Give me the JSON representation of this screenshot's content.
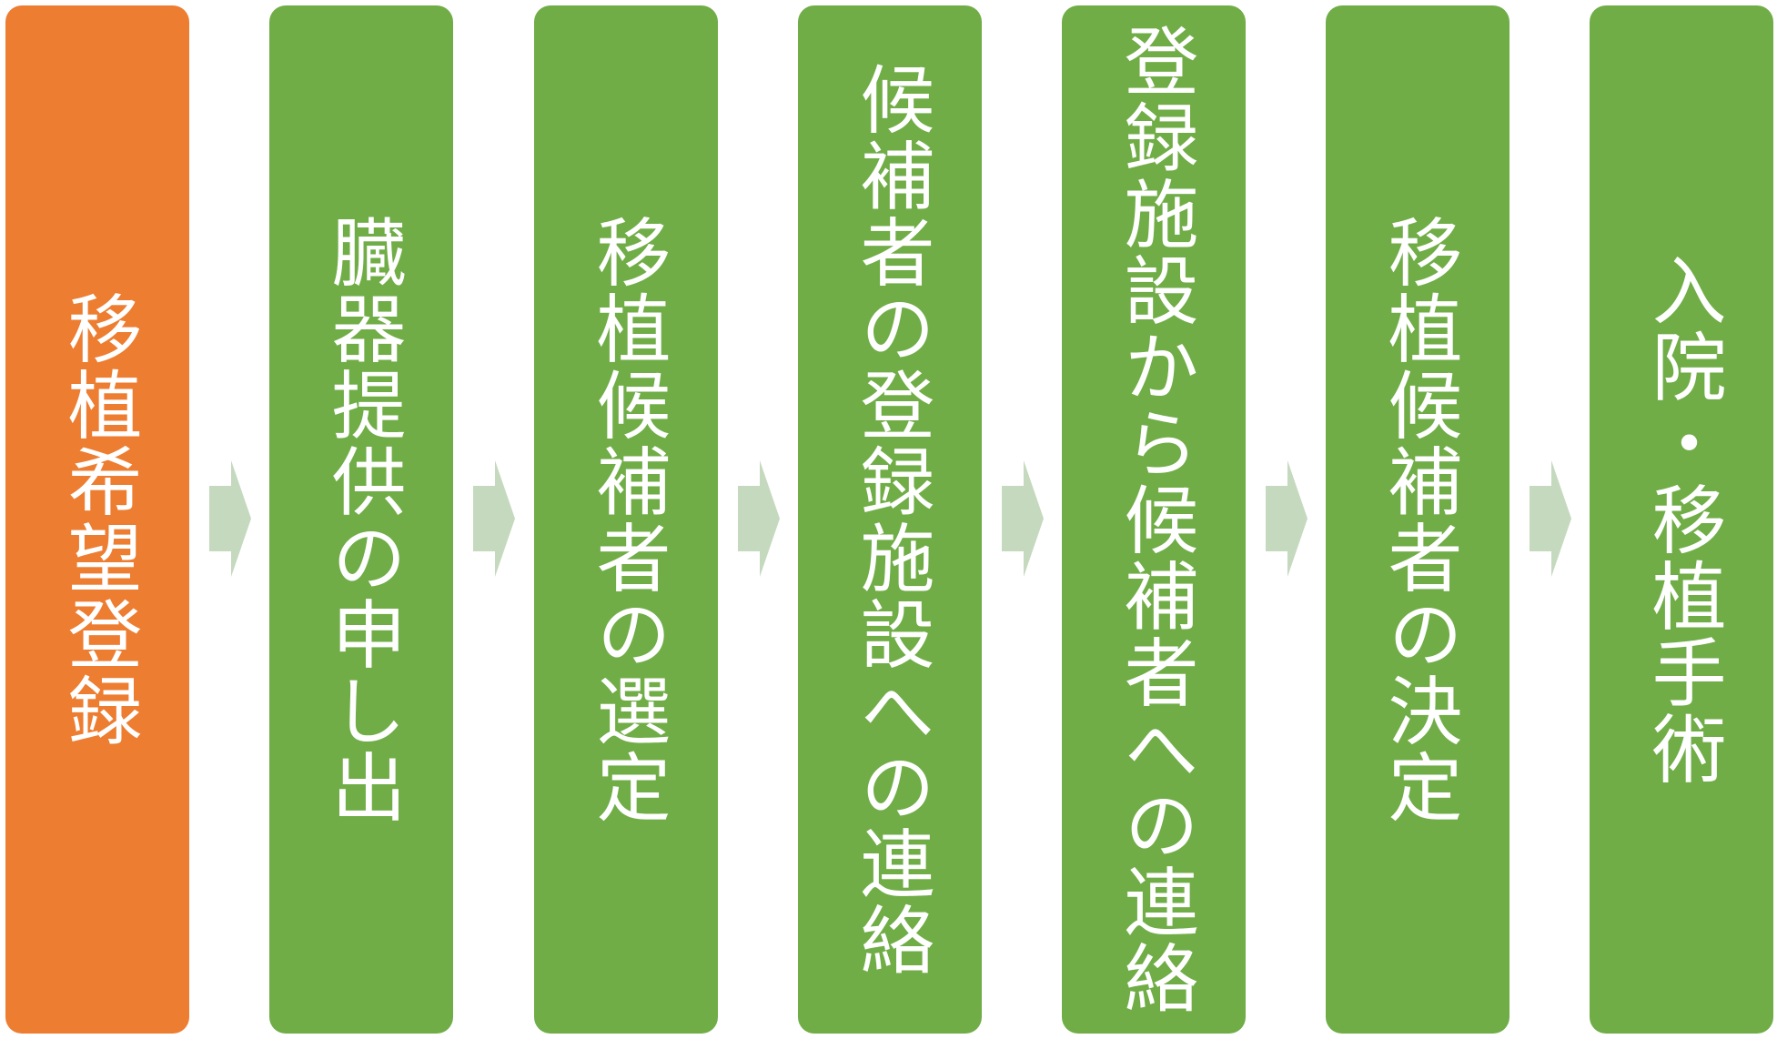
{
  "colors": {
    "highlight": "#ED7D31",
    "step": "#70AD47",
    "arrow": "#C5D9BE",
    "text": "#FFFFFF"
  },
  "icons": {
    "connector": "chevron-right-arrow-icon"
  },
  "steps": [
    {
      "label": "移植希望登録",
      "highlighted": true
    },
    {
      "label": "臓器提供の申し出",
      "highlighted": false
    },
    {
      "label": "移植候補者の選定",
      "highlighted": false
    },
    {
      "label": "候補者の登録施設への連絡",
      "highlighted": false
    },
    {
      "label": "登録施設から候補者への連絡",
      "highlighted": false
    },
    {
      "label": "移植候補者の決定",
      "highlighted": false
    },
    {
      "label": "入院・移植手術",
      "highlighted": false
    }
  ]
}
